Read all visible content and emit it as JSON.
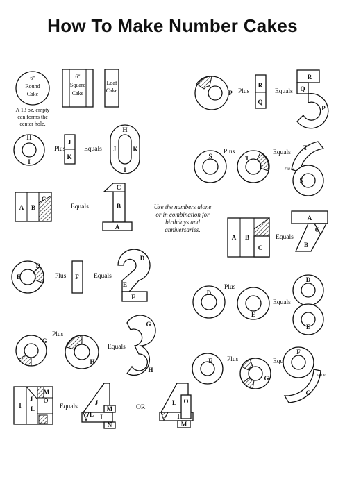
{
  "title": "How To Make Number Cakes",
  "base": {
    "round": [
      "6\"",
      "Round",
      "Cake"
    ],
    "square": [
      "6\"",
      "Square",
      "Cake"
    ],
    "loaf": [
      "Loaf",
      "Cake"
    ],
    "note": [
      "A 13 oz. empty",
      "can forms the",
      "center hole."
    ]
  },
  "ops": {
    "plus": "Plus",
    "equals": "Equals",
    "or": "OR"
  },
  "usage_note": [
    "Use the numbers alone",
    "or in combination for",
    "birthdays and",
    "anniversaries."
  ],
  "fill_in": "Fill In",
  "letters": [
    "A",
    "B",
    "C",
    "D",
    "E",
    "F",
    "G",
    "H",
    "I",
    "J",
    "K",
    "L",
    "M",
    "N",
    "O",
    "P",
    "Q",
    "R",
    "S",
    "T"
  ]
}
